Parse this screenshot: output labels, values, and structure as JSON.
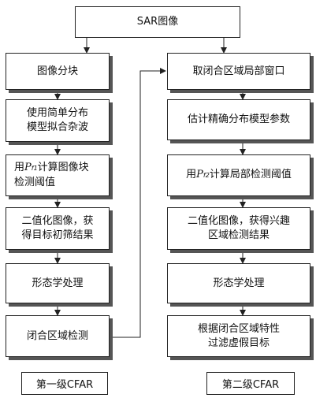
{
  "top": {
    "label": "SAR图像"
  },
  "stage1": {
    "label": "第一级CFAR",
    "steps": [
      {
        "label": "图像分块"
      },
      {
        "lines": [
          "使用简单分布",
          "模型拟合杂波"
        ]
      },
      {
        "prefix": "用",
        "P": "P",
        "sub": "f1",
        "suffix": "计算图像块",
        "line2": "检测阈值"
      },
      {
        "lines": [
          "二值化图像，获",
          "得目标初筛结果"
        ]
      },
      {
        "label": "形态学处理"
      },
      {
        "label": "闭合区域检测"
      }
    ]
  },
  "stage2": {
    "label": "第二级CFAR",
    "steps": [
      {
        "label": "取闭合区域局部窗口"
      },
      {
        "label": "估计精确分布模型参数"
      },
      {
        "prefix": "用",
        "P": "P",
        "sub": "f2",
        "suffix": "计算局部检测阈值"
      },
      {
        "lines": [
          "二值化图像，获得兴趣",
          "区域检测结果"
        ]
      },
      {
        "label": "形态学处理"
      },
      {
        "lines": [
          "根据闭合区域特性",
          "过滤虚假目标"
        ]
      }
    ]
  }
}
